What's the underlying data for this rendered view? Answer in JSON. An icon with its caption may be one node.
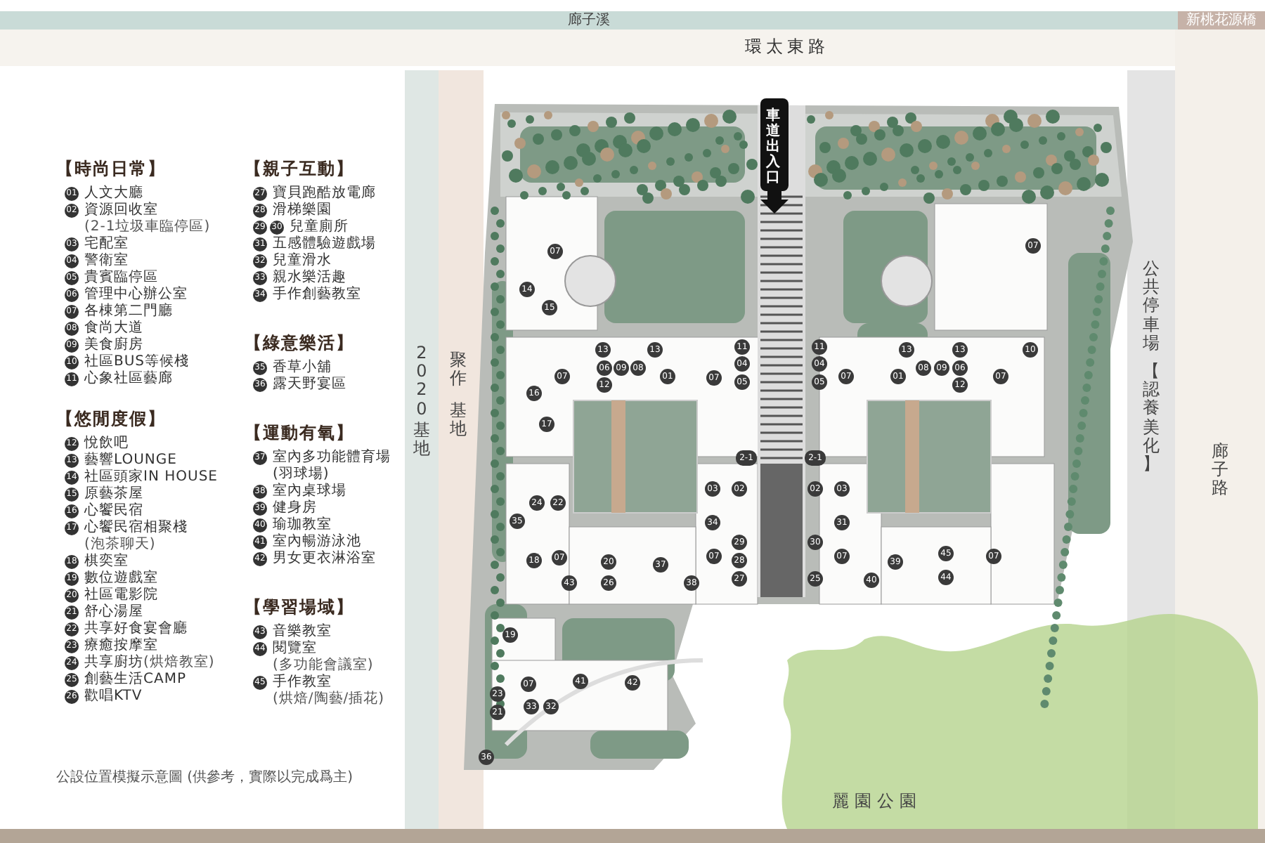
{
  "diagram": {
    "caption": "公設位置模擬示意圖 (供參考，實際以完成爲主)",
    "labels": [
      "廊子溪",
      "新桃花源橋",
      "環太東路",
      "【時尚日常】",
      "01",
      "人文大廳",
      "02",
      "資源回收室",
      "(2-1垃圾車臨停區)",
      "03",
      "宅配室",
      "04",
      "警衛室",
      "05",
      "貴賓臨停區",
      "06",
      "管理中心辦公室",
      "07",
      "各棟第二門廳",
      "08",
      "食尚大道",
      "09",
      "美食廚房",
      "10",
      "社區BUS等候棧",
      "11",
      "心象社區藝廊",
      "【悠閒度假】",
      "12",
      "悅飲吧",
      "13",
      "藝響LOUNGE",
      "14",
      "社區頭家IN HOUSE",
      "15",
      "原藝茶屋",
      "16",
      "心饗民宿",
      "17",
      "心饗民宿相聚棧",
      "(泡茶聊天)",
      "18",
      "棋奕室",
      "19",
      "數位遊戲室",
      "20",
      "社區電影院",
      "21",
      "舒心湯屋",
      "22",
      "共享好食宴會廳",
      "23",
      "療癒按摩室",
      "24",
      "共享廚坊",
      "(烘焙教室)",
      "25",
      "創藝生活CAMP",
      "26",
      "歡唱KTV",
      "【親子互動】",
      "27",
      "寶貝跑酷放電廊",
      "28",
      "滑梯樂園",
      "29",
      "30",
      "兒童廁所",
      "31",
      "五感體驗遊戲場",
      "32",
      "兒童滑水",
      "33",
      "親水樂活趣",
      "34",
      "手作創藝教室",
      "【綠意樂活】",
      "35",
      "香草小舖",
      "36",
      "露天野宴區",
      "【運動有氧】",
      "37",
      "室內多功能體育場(羽球場)",
      "38",
      "室內桌球場",
      "39",
      "健身房",
      "40",
      "瑜珈教室",
      "41",
      "室內暢游泳池",
      "42",
      "男女更衣淋浴室",
      "【學習場域】",
      "43",
      "音樂教室",
      "44",
      "閱覽室",
      "(多功能會議室)",
      "45",
      "手作教室",
      "(烘焙/陶藝/插花)",
      "車道出入口",
      "2020",
      "基地",
      "聚作",
      "基地",
      "公共停車場",
      "【認養美化】",
      "廊子路",
      "麗園公園",
      "07",
      "07",
      "14",
      "15",
      "13",
      "13",
      "11",
      "11",
      "13",
      "13",
      "10",
      "07",
      "06",
      "09",
      "08",
      "01",
      "07",
      "04",
      "05",
      "04",
      "05",
      "07",
      "01",
      "08",
      "09",
      "06",
      "07",
      "12",
      "12",
      "16",
      "17",
      "2-1",
      "2-1",
      "03",
      "02",
      "02",
      "03",
      "24",
      "22",
      "35",
      "34",
      "31",
      "29",
      "30",
      "18",
      "07",
      "20",
      "37",
      "07",
      "28",
      "07",
      "39",
      "45",
      "07",
      "43",
      "26",
      "38",
      "27",
      "25",
      "40",
      "44",
      "19",
      "07",
      "41",
      "42",
      "23",
      "33",
      "32",
      "21",
      "36"
    ]
  }
}
